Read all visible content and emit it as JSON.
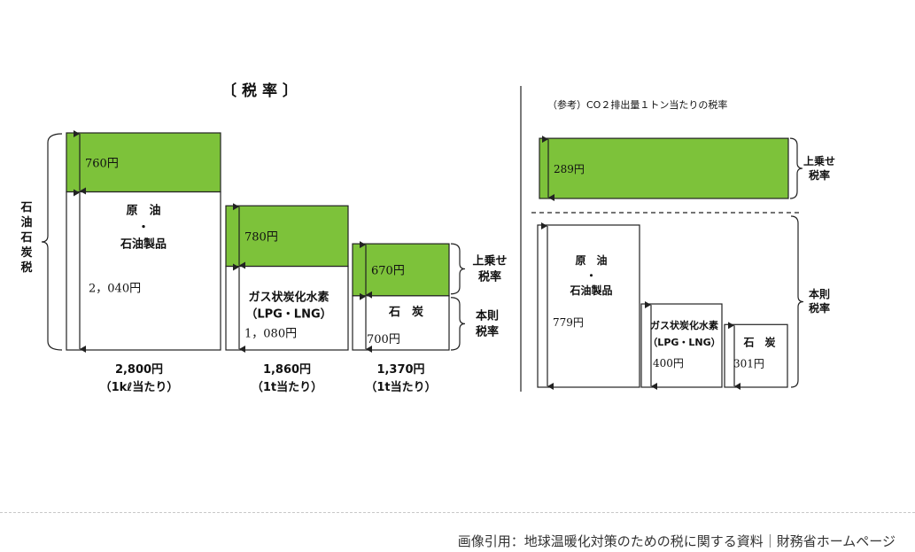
{
  "colors": {
    "surcharge": "#7dc23a",
    "base": "#ffffff",
    "line": "#222222"
  },
  "left": {
    "title": "〔 税 率 〕",
    "bracket_label": "石油石炭税",
    "legend": {
      "surcharge": [
        "上乗せ",
        "税率"
      ],
      "base": [
        "本則",
        "税率"
      ]
    }
  },
  "right": {
    "title": "（参考）CO２排出量１トン当たりの税率",
    "legend": {
      "surcharge": [
        "上乗せ",
        "税率"
      ],
      "base": [
        "本則",
        "税率"
      ]
    }
  },
  "chart_data": [
    {
      "type": "bar",
      "stacked": true,
      "title": "〔 税 率 〕",
      "categories": [
        "原油・石油製品",
        "ガス状炭化水素（LPG・LNG）",
        "石炭"
      ],
      "category_lines": [
        [
          "原　油",
          "・",
          "石油製品"
        ],
        [
          "ガス状炭化水素",
          "（LPG・LNG）"
        ],
        [
          "石　炭"
        ]
      ],
      "series": [
        {
          "name": "本則税率",
          "values": [
            2040,
            1080,
            700
          ],
          "labels": [
            "2，040円",
            "1，080円",
            "700円"
          ]
        },
        {
          "name": "上乗せ税率",
          "values": [
            760,
            780,
            670
          ],
          "labels": [
            "760円",
            "780円",
            "670円"
          ]
        }
      ],
      "totals": [
        "2,800円",
        "1,860円",
        "1,370円"
      ],
      "units": [
        "（1kℓ当たり）",
        "（1t当たり）",
        "（1t当たり）"
      ]
    },
    {
      "type": "bar",
      "title": "（参考）CO２排出量１トン当たりの税率",
      "categories": [
        "原油・石油製品",
        "ガス状炭化水素（LPG・LNG）",
        "石炭"
      ],
      "category_lines": [
        [
          "原　油",
          "・",
          "石油製品"
        ],
        [
          "ガス状炭化水素",
          "（LPG・LNG）"
        ],
        [
          "石　炭"
        ]
      ],
      "surcharge": {
        "name": "上乗せ税率",
        "value": 289,
        "label": "289円"
      },
      "series": [
        {
          "name": "本則税率",
          "values": [
            779,
            400,
            301
          ],
          "labels": [
            "779円",
            "400円",
            "301円"
          ]
        }
      ]
    }
  ],
  "footer": {
    "caption": "画像引用：地球温暖化対策のための税に関する資料｜財務省ホームページ"
  }
}
